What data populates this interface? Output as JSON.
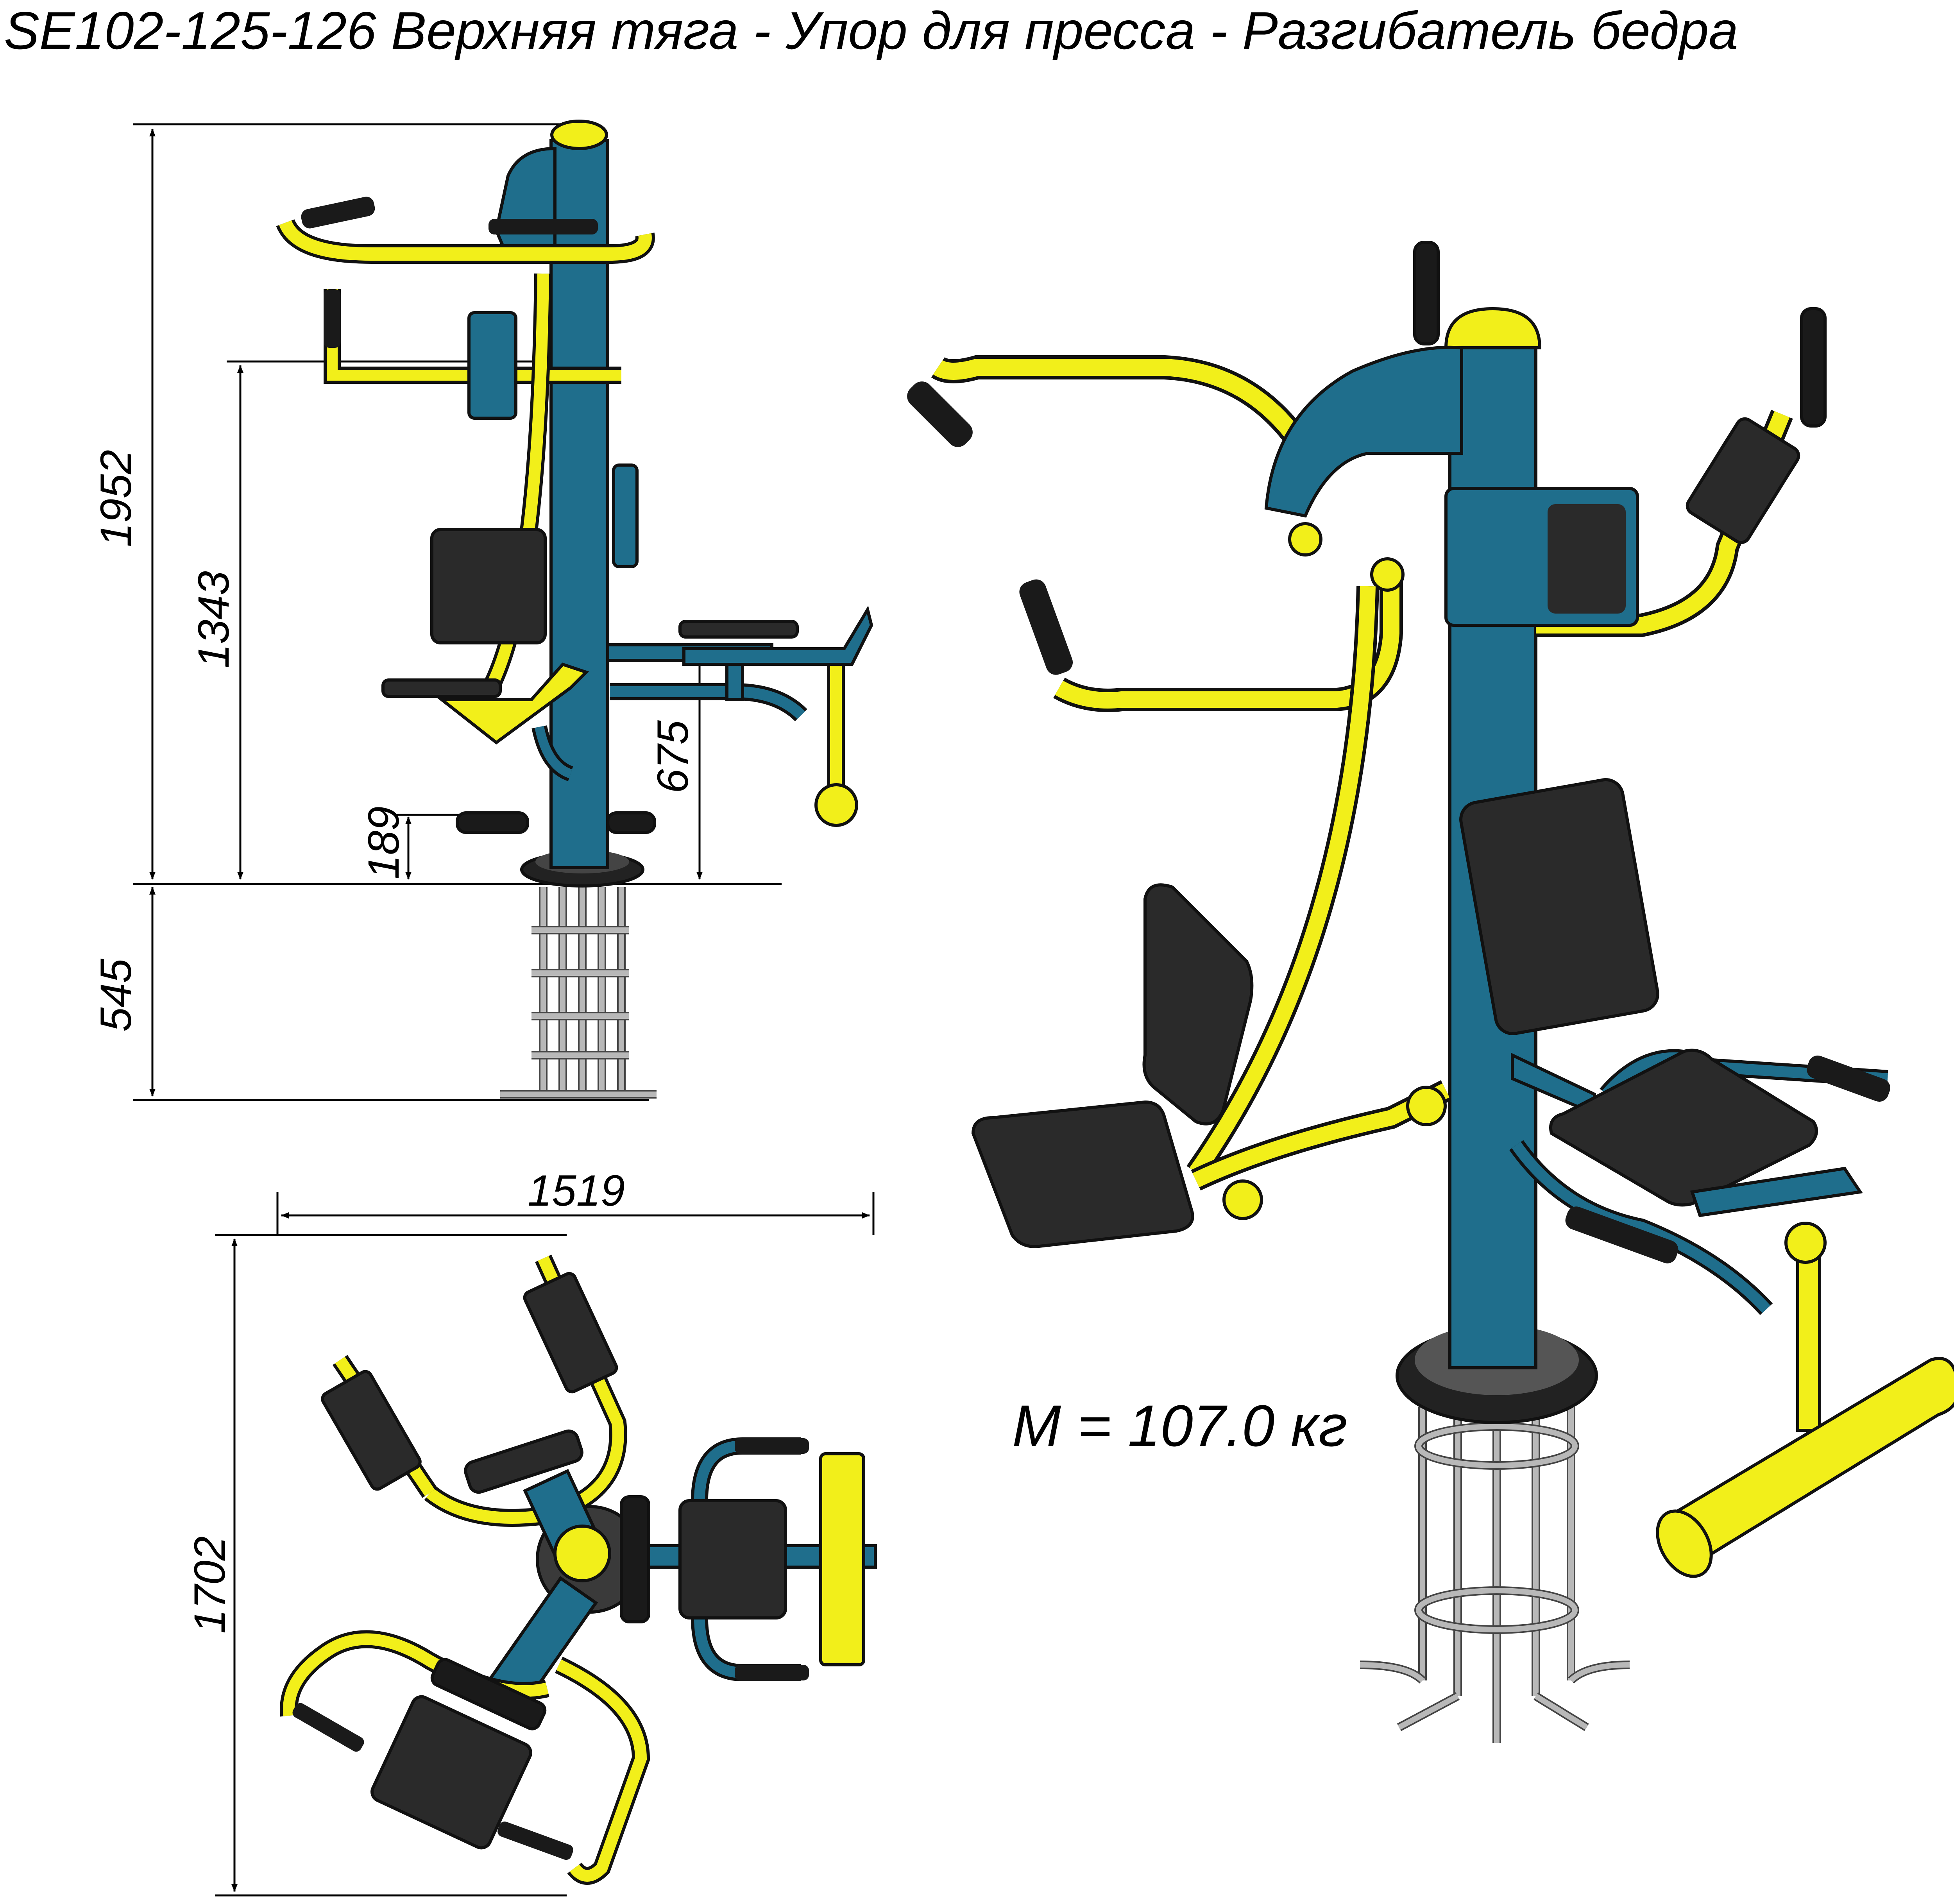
{
  "title": "SE102-125-126 Верхняя тяга - Упор для пресса - Разгибатель бедра",
  "mass_label": "M = 107.0 кг",
  "dimensions": {
    "total_height": "1952",
    "handle_height": "1343",
    "seat_height": "675",
    "step_height": "189",
    "foundation_depth": "545",
    "width": "1519",
    "depth": "1702"
  },
  "colors": {
    "frame_blue": "#1f6e8c",
    "frame_yellow": "#f2ef1a",
    "pads": "#2a2a2a",
    "foundation_steel": "#b8b8b8"
  }
}
